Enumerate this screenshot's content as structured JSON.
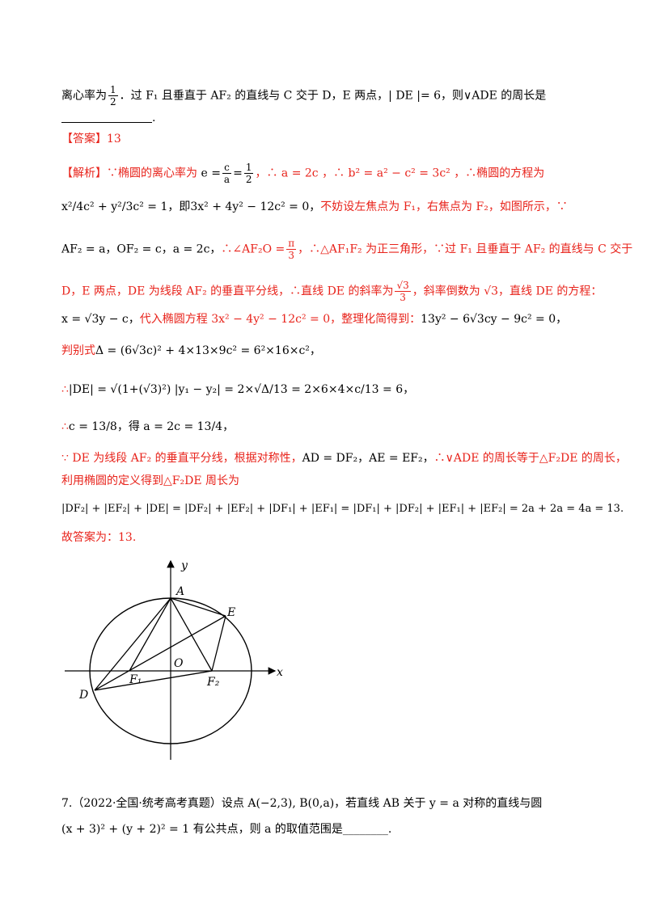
{
  "question_top": {
    "part1": "离心率为",
    "frac_num": "1",
    "frac_den": "2",
    "part2": "．过 F₁ 且垂直于 AF₂ 的直线与 C 交于 D，E 两点，| DE |= 6，则∨ADE 的周长是",
    "blank_tail": "."
  },
  "answer": {
    "label": "【答案】",
    "value": "13"
  },
  "analysis": {
    "line1_a": "【解析】∵椭圆的离心率为",
    "line1_e": "e =",
    "line1_frac1_num": "c",
    "line1_frac1_den": "a",
    "line1_eq": "=",
    "line1_frac2_num": "1",
    "line1_frac2_den": "2",
    "line1_b": "，∴ a = 2c ，∴ b² = a² − c² = 3c² ，∴椭圆的方程为",
    "line2_a": "x²/4c² + y²/3c² = 1，即3x² + 4y² − 12c² = 0，",
    "line2_b": "不妨设左焦点为 F₁，右焦点为 F₂，如图所示，∵",
    "line3_a": "AF₂ = a，OF₂ = c，a = 2c，",
    "line3_b": "∴∠AF₂O =",
    "line3_frac_num": "π",
    "line3_frac_den": "3",
    "line3_c": "，∴△AF₁F₂ 为正三角形，∵过 F₁ 且垂直于 AF₂ 的直线与 C 交于",
    "line4_a": "D，E 两点，DE 为线段 AF₂ 的垂直平分线，∴直线 DE 的斜率为",
    "line4_frac_num": "√3",
    "line4_frac_den": "3",
    "line4_b": "，斜率倒数为 √3，直线 DE 的方程：",
    "line5_a": "x = √3y − c，",
    "line5_b": "代入椭圆方程 3x² − 4y² − 12c² = 0，整理化简得到：",
    "line5_c": "13y² − 6√3cy − 9c² = 0，",
    "line6_a": "判别式",
    "line6_b": "Δ = (6√3c)² + 4×13×9c² = 6²×16×c²，",
    "line7_a": "∴",
    "line7_b": "|DE| = √(1+(√3)²) |y₁ − y₂| = 2×√Δ/13 = 2×6×4×c/13 = 6，",
    "line8_a": "∴",
    "line8_b": "c = 13/8，得 a = 2c = 13/4，",
    "line9_a": "∵ DE 为线段 AF₂ 的垂直平分线，根据对称性，",
    "line9_b": "AD = DF₂，AE = EF₂，",
    "line9_c": "∴∨ADE 的周长等于△F₂DE 的周长，",
    "line10": "利用椭圆的定义得到△F₂DE 周长为",
    "line11": "|DF₂| + |EF₂| + |DE| = |DF₂| + |EF₂| + |DF₁| + |EF₁| = |DF₁| + |DF₂| + |EF₁| + |EF₂| = 2a + 2a = 4a = 13.",
    "line12": "故答案为：13."
  },
  "figure": {
    "labels": {
      "x": "x",
      "y": "y",
      "O": "O",
      "A": "A",
      "E": "E",
      "D": "D",
      "F1": "F₁",
      "F2": "F₂"
    }
  },
  "question7": {
    "line1": "7.（2022·全国·统考高考真题）设点 A(−2,3), B(0,a)，若直线 AB 关于 y = a 对称的直线与圆",
    "line2": "(x + 3)² + (y + 2)² = 1 有公共点，则 a 的取值范围是________."
  }
}
